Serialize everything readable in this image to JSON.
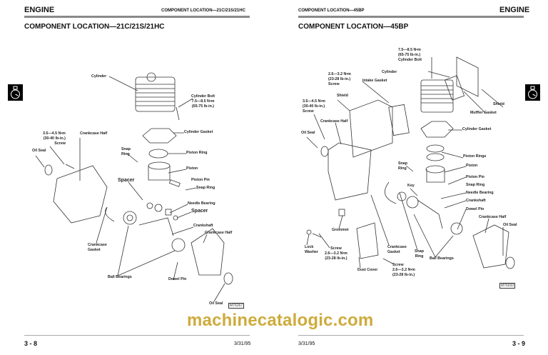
{
  "left_page": {
    "header_left": "ENGINE",
    "header_right": "COMPONENT LOCATION—21C/21S/21HC",
    "title": "COMPONENT LOCATION—21C/21S/21HC",
    "labels": {
      "cylinder": "Cylinder",
      "cylinder_bolt": "Cylinder Bolt\n7.5—8.5 N•m\n(65-75 lb-in.)",
      "cylinder_gasket": "Cylinder Gasket",
      "crankcase_half_1": "Crankcase Half",
      "screw": "3.5—4.5 N•m\n(30-40 lb-in.)\nScrew",
      "oil_seal_1": "Oil Seal",
      "snap_ring_1": "Snap\nRing",
      "piston_ring": "Piston Ring",
      "piston": "Piston",
      "spacer_1": "Spacer",
      "piston_pin": "Piston Pin",
      "snap_ring_2": "Snap Ring",
      "needle_bearing": "Needle Bearing",
      "spacer_2": "Spacer",
      "crankshaft": "Crankshaft",
      "crankcase_half_2": "Crankcase Half",
      "crankcase_gasket": "Crankcase\nGasket",
      "ball_bearings": "Ball Bearings",
      "dowel_pin": "Dowel Pin",
      "oil_seal_2": "Oil Seal"
    },
    "figure_id": "M76267",
    "page_number": "3 - 8",
    "date": "3/31/95",
    "section_icon": "engine-section-icon"
  },
  "right_page": {
    "header_left": "COMPONENT LOCATION—45BP",
    "header_right": "ENGINE",
    "title": "COMPONENT LOCATION—45BP",
    "labels": {
      "cylinder_bolt": "7.5—8.5 N•m\n(65-75 lb-in.)\nCylinder Bolt",
      "cylinder": "Cylinder",
      "screw_top": "2.6—3.2 N•m\n(23-28 lb-in.)\nScrew",
      "intake_gasket": "Intake Gasket",
      "shield_1": "Shield",
      "screw_left": "3.5—4.5 N•m\n(30-40 lb-in.)\nScrew",
      "shield_2": "Shield",
      "muffler_gasket": "Muffler Gasket",
      "crankcase_half_1": "Crankcase Half",
      "cylinder_gasket": "Cylinder Gasket",
      "oil_seal_1": "Oil Seal",
      "piston_rings": "Piston Rings",
      "snap_ring_1": "Snap\nRing",
      "piston": "Piston",
      "piston_pin": "Piston Pin",
      "snap_ring_2": "Snap Ring",
      "key": "Key",
      "needle_bearing": "Needle Bearing",
      "crankshaft": "Crankshaft",
      "dowel_pin": "Dowel Pin",
      "crankcase_half_2": "Crankcase Half",
      "oil_seal_2": "Oil Seal",
      "grommet": "Grommet",
      "lock_washer": "Lock\nWasher",
      "screw_bottom_left": "Screw\n2.6—3.2 N•m\n(23-28 lb-in.)",
      "crankcase_gasket": "Crankcase\nGasket",
      "snap_ring_3": "Snap\nRing",
      "ball_bearings": "Ball Bearings",
      "screw_bottom": "Screw\n2.6—3.2 N•m\n(23-28 lb-in.)",
      "dust_cover": "Dust Cover"
    },
    "figure_id": "M76033",
    "page_number": "3 - 9",
    "date": "3/31/95",
    "section_icon": "engine-section-icon"
  },
  "watermark": "machinecatalogic.com",
  "colors": {
    "rule": "#8a8a8a",
    "watermark": "#c9a227"
  }
}
